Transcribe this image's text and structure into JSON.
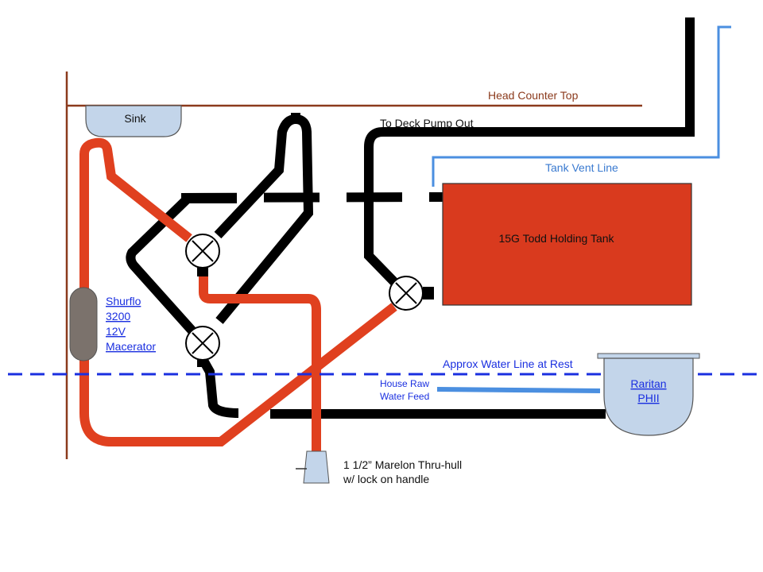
{
  "labels": {
    "head_counter_top": "Head Counter Top",
    "sink": "Sink",
    "to_deck_pump_out": "To Deck Pump Out",
    "tank_vent_line": "Tank Vent Line",
    "holding_tank": "15G Todd Holding Tank",
    "water_line": "Approx Water Line at Rest",
    "house_raw_line1": "House Raw",
    "house_raw_line2": "Water Feed",
    "toilet_line1": "Raritan",
    "toilet_line2": "PHII",
    "macerator_line1": "Shurflo",
    "macerator_line2": "3200",
    "macerator_line3": "12V",
    "macerator_line4": "Macerator",
    "thru_hull_line1": "1 1/2” Marelon Thru-hull",
    "thru_hull_line2": "w/ lock on handle"
  },
  "colors": {
    "background": "#ffffff",
    "wood": "#8b3a1c",
    "red_hose": "#e0401f",
    "black_hose": "#000000",
    "vent_line": "#4b8fe0",
    "water_line": "#1a2fe0",
    "tank_fill": "#d93a1e",
    "light_blue": "#c3d5ea",
    "macerator": "#7b726c",
    "link_text": "#1a2fe0",
    "vent_text": "#3a7ad0"
  }
}
